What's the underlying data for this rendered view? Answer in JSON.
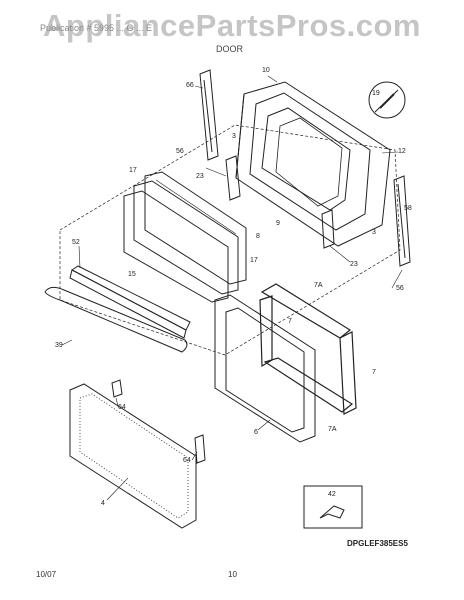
{
  "header": {
    "watermark": "AppliancePartsPros.com",
    "publication_text": "Publication # 5995 ... G ... E",
    "section_title": "DOOR"
  },
  "callouts": [
    "10",
    "66",
    "3",
    "56",
    "19",
    "12",
    "17",
    "23",
    "9",
    "58",
    "8",
    "52",
    "15",
    "17",
    "23",
    "3",
    "56",
    "7A",
    "7",
    "39",
    "7",
    "64",
    "7A",
    "6",
    "64",
    "4",
    "42"
  ],
  "footer": {
    "drawing_code": "DPGLEF385ES5",
    "date": "10/07",
    "page": "10"
  }
}
